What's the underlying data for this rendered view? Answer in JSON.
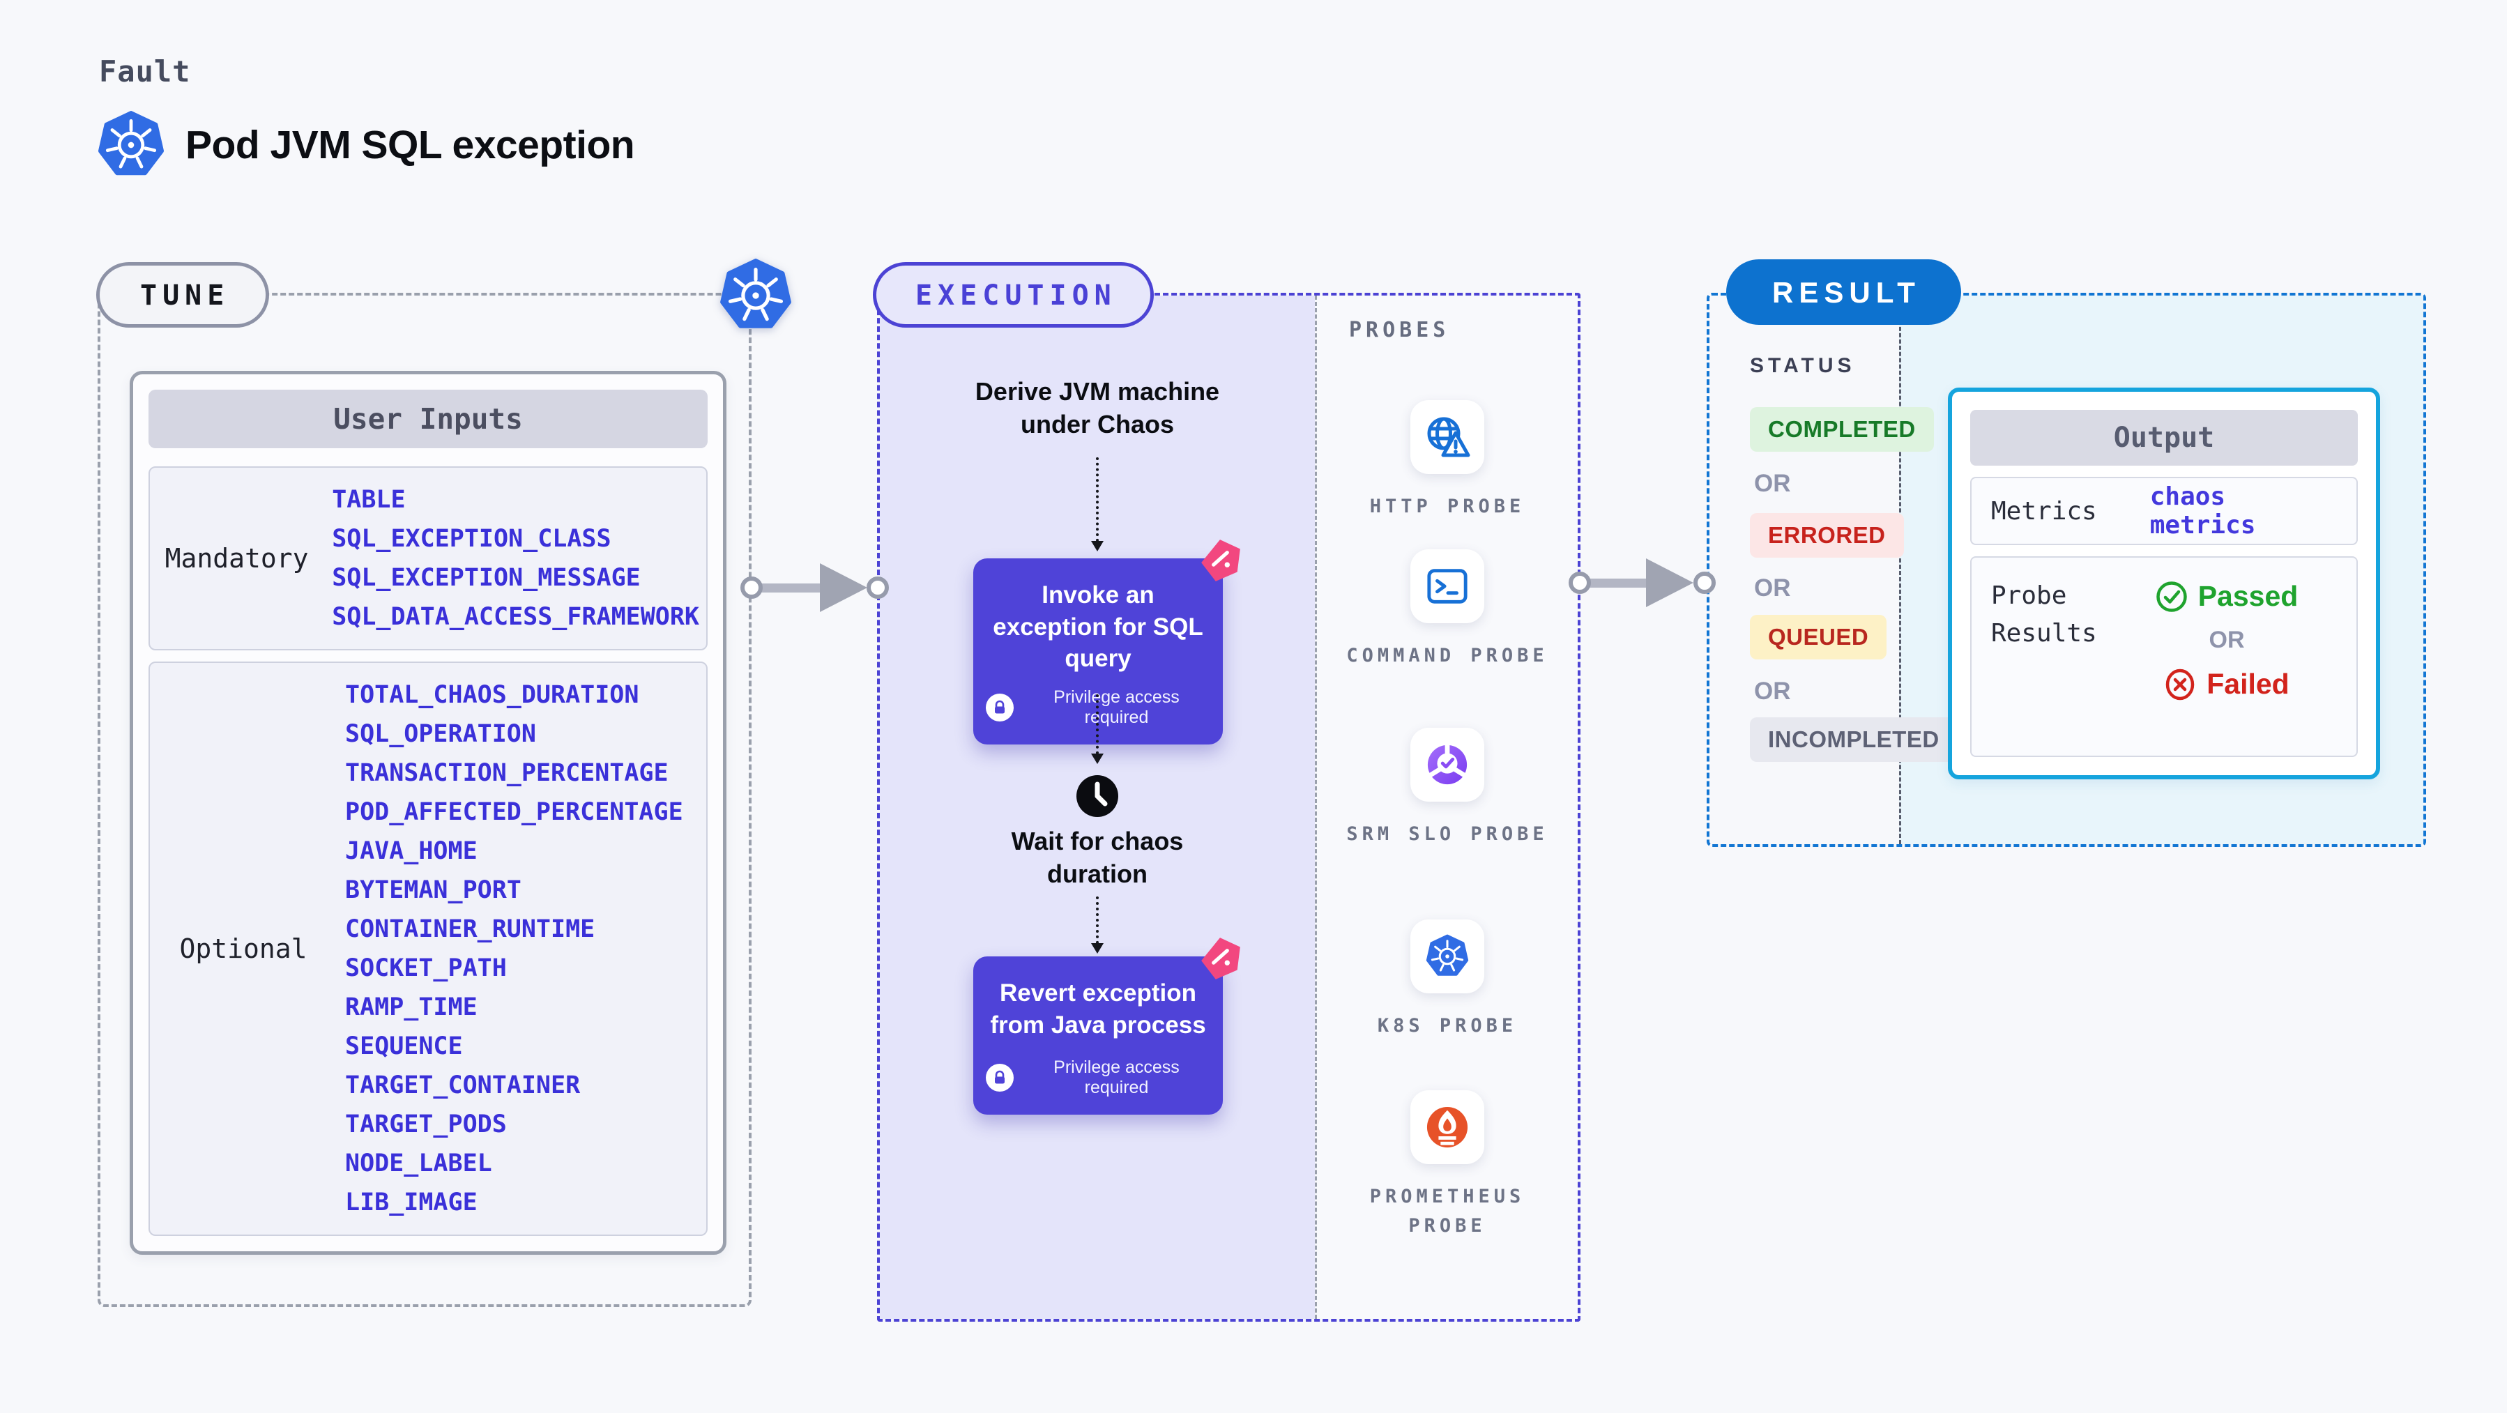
{
  "header": {
    "kind": "Fault",
    "title": "Pod JVM SQL exception"
  },
  "tune": {
    "badge": "TUNE",
    "table_title": "User Inputs",
    "groups": [
      {
        "label": "Mandatory",
        "params": [
          "TABLE",
          "SQL_EXCEPTION_CLASS",
          "SQL_EXCEPTION_MESSAGE",
          "SQL_DATA_ACCESS_FRAMEWORK"
        ]
      },
      {
        "label": "Optional",
        "params": [
          "TOTAL_CHAOS_DURATION",
          "SQL_OPERATION",
          "TRANSACTION_PERCENTAGE",
          "POD_AFFECTED_PERCENTAGE",
          "JAVA_HOME",
          "BYTEMAN_PORT",
          "CONTAINER_RUNTIME",
          "SOCKET_PATH",
          "RAMP_TIME",
          "SEQUENCE",
          "TARGET_CONTAINER",
          "TARGET_PODS",
          "NODE_LABEL",
          "LIB_IMAGE"
        ]
      }
    ]
  },
  "execution": {
    "badge": "EXECUTION",
    "step1": "Derive JVM machine under Chaos",
    "step2": {
      "title": "Invoke an exception for SQL query",
      "note": "Privilege access required"
    },
    "step3": "Wait for chaos duration",
    "step4": {
      "title": "Revert exception from Java process",
      "note": "Privilege access required"
    }
  },
  "probes": {
    "heading": "PROBES",
    "items": [
      {
        "label": "HTTP PROBE",
        "icon": "globe-alert-icon"
      },
      {
        "label": "COMMAND PROBE",
        "icon": "terminal-icon"
      },
      {
        "label": "SRM SLO PROBE",
        "icon": "slo-wheel-check-icon"
      },
      {
        "label": "K8S PROBE",
        "icon": "kubernetes-icon"
      },
      {
        "label": "PROMETHEUS PROBE",
        "icon": "prometheus-flame-icon"
      }
    ]
  },
  "result": {
    "badge": "RESULT",
    "status_heading": "STATUS",
    "or": "OR",
    "statuses": [
      {
        "label": "COMPLETED",
        "color": "#177a28",
        "bg": "#def3df"
      },
      {
        "label": "ERRORED",
        "color": "#c7221c",
        "bg": "#fce6e6"
      },
      {
        "label": "QUEUED",
        "color": "#b8271f",
        "bg": "#fdf1c6"
      },
      {
        "label": "INCOMPLETED",
        "color": "#5d6175",
        "bg": "#e7e8ef"
      }
    ],
    "output": {
      "title": "Output",
      "metrics_label": "Metrics",
      "metrics_value": "chaos metrics",
      "probe_results_label": "Probe Results",
      "passed": "Passed",
      "failed": "Failed"
    }
  },
  "colors": {
    "accent_indigo": "#4f43d8",
    "kubernetes_blue": "#306ce4",
    "result_blue": "#0d72cf",
    "output_border_cyan": "#15a4dd",
    "param_blue": "#3a30d9",
    "passed_green": "#1fa32e",
    "failed_red": "#d2231c",
    "chaos_pink": "#f2477f"
  }
}
